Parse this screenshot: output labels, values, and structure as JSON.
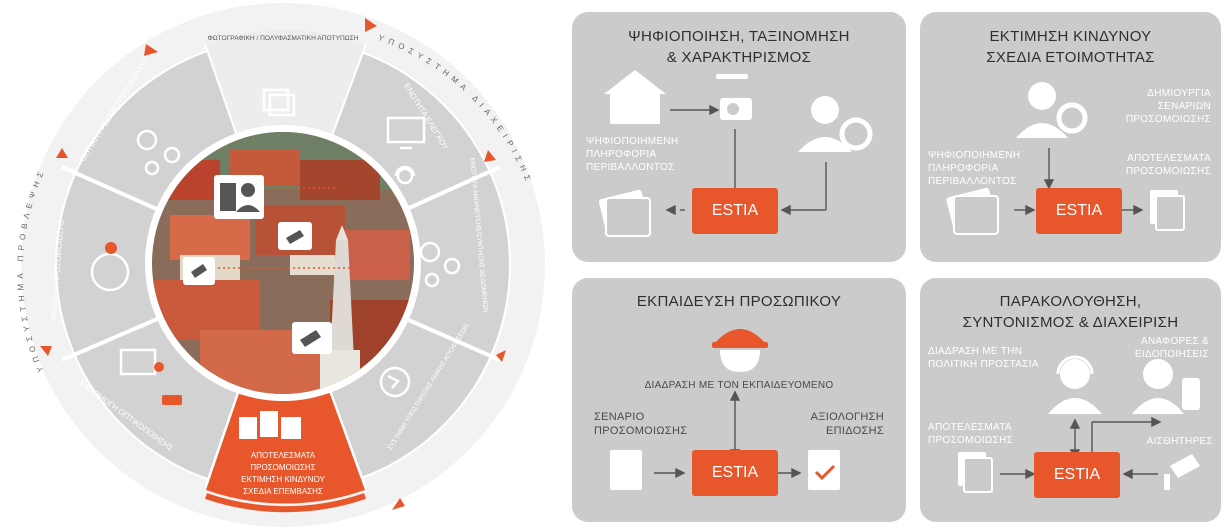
{
  "wheel": {
    "outer_ring_text_left": "ΥΠΟΣΥΣΤΗΜΑ ΠΡΟΒΛΕΨΗΣ",
    "outer_ring_text_right": "ΥΠΟΣΥΣΤΗΜΑ ΔΙΑΧΕΙΡΙΣΗΣ",
    "segments": {
      "top": "ΦΩΤΟΓΡΑΦΙΚΗ / ΠΟΛΥΦΑΣΜΑΤΙΚΗ ΑΠΟΤΥΠΩΣΗ",
      "top_right": "ΕΝΟΤΗΤΑ ΕΛΕΓΧΟΥ",
      "right": "ΕΝΟΤΗΤΑ ΑΝΙΧΝΕΥΣΗΣ/ΣΥΝΤΗΞΗΣ ΔΕΔΟΜΕΝΩΝ",
      "bottom_right": "ΣΥΣΤΗΜΑ ΥΠΟΣΤΗΡΙΞΗΣ ΛΗΨΗΣ ΑΠΟΦΑΣΕΩΝ",
      "bottom_lines": [
        "ΑΠΟΤΕΛΕΣΜΑΤΑ",
        "ΠΡΟΣΟΜΟΙΩΣΗΣ",
        "ΕΚΤΙΜΗΣΗ ΚΙΝΔΥΝΟΥ",
        "ΣΧΕΔΙΑ ΕΠΕΜΒΑΣΗΣ"
      ],
      "bottom_left": "ΕΦΑΡΜΟΓΗ ΟΠΤΙΚΟΠΟΙΗΣΗΣ",
      "left": "ΜΗΧΑΝΗ ΠΡΟΣΟΜΟΙΩΣΗΣ",
      "top_left": "ΟΠΤΙΚΗ / ΓΕΩΜΕΤΡΙΚΗ ΑΝΑΛΥΣΗ"
    },
    "accent_color": "#e8572c"
  },
  "panels": {
    "digitization": {
      "title_lines": [
        "ΨΗΦΙΟΠΟΙΗΣΗ, ΤΑΞΙΝΟΜΗΣΗ",
        "& ΧΑΡΑΚΤΗΡΙΣΜΟΣ"
      ],
      "label_env": [
        "ΨΗΦΙΟΠΟΙΗΜΕΝΗ",
        "ΠΛΗΡΟΦΟΡΙΑ",
        "ΠΕΡΙΒΑΛΛΟΝΤΟΣ"
      ],
      "center": "ESTIA"
    },
    "risk": {
      "title_lines": [
        "ΕΚΤΙΜΗΣΗ ΚΙΝΔΥΝΟΥ",
        "ΣΧΕΔΙΑ ΕΤΟΙΜΟΤΗΤΑΣ"
      ],
      "label_scenarios": [
        "ΔΗΜΙΟΥΡΓΙΑ",
        "ΣΕΝΑΡΙΩΝ",
        "ΠΡΟΣΟΜΟΙΩΣΗΣ"
      ],
      "label_env": [
        "ΨΗΦΙΟΠΟΙΗΜΕΝΗ",
        "ΠΛΗΡΟΦΟΡΙΑ",
        "ΠΕΡΙΒΑΛΛΟΝΤΟΣ"
      ],
      "label_results": [
        "ΑΠΟΤΕΛΕΣΜΑΤΑ",
        "ΠΡΟΣΟΜΟΙΩΣΗΣ"
      ],
      "center": "ESTIA"
    },
    "training": {
      "title": "ΕΚΠΑΙΔΕΥΣΗ ΠΡΟΣΩΠΙΚΟΥ",
      "label_interaction": "ΔΙΑΔΡΑΣΗ ΜΕ ΤΟΝ ΕΚΠΑΙΔΕΥΟΜΕΝΟ",
      "label_scenario": [
        "ΣΕΝΑΡΙΟ",
        "ΠΡΟΣΟΜΟΙΩΣΗΣ"
      ],
      "label_eval": [
        "ΑΞΙΟΛΟΓΗΣΗ",
        "ΕΠΙΔΟΣΗΣ"
      ],
      "center": "ESTIA"
    },
    "monitoring": {
      "title_lines": [
        "ΠΑΡΑΚΟΛΟΥΘΗΣΗ,",
        "ΣΥΝΤΟΝΙΣΜΟΣ & ΔΙΑΧΕΙΡΙΣΗ"
      ],
      "label_civil": [
        "ΔΙΑΔΡΑΣΗ ΜΕ ΤΗΝ",
        "ΠΟΛΙΤΙΚΗ ΠΡΟΣΤΑΣΙΑ"
      ],
      "label_reports": [
        "ΑΝΑΦΟΡΕΣ &",
        "ΕΙΔΟΠΟΙΗΣΕΙΣ"
      ],
      "label_results": [
        "ΑΠΟΤΕΛΕΣΜΑΤΑ",
        "ΠΡΟΣΟΜΟΙΩΣΗΣ"
      ],
      "label_sensors": "ΑΙΣΘΗΤΗΡΕΣ",
      "center": "ESTIA"
    }
  }
}
